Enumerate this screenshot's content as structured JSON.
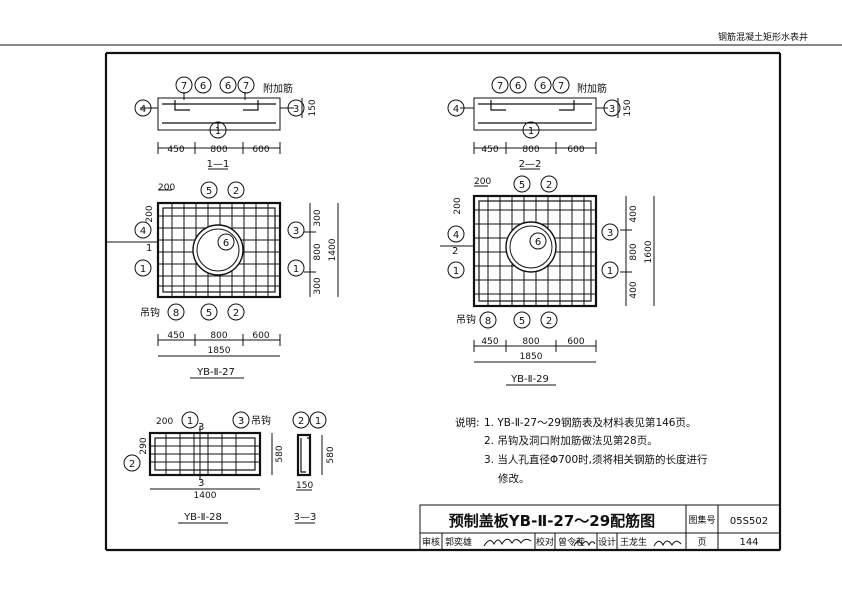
{
  "header": {
    "series_title": "钢筋混凝土矩形水表井"
  },
  "bubbles": {
    "n1": "1",
    "n2": "2",
    "n3": "3",
    "n4": "4",
    "n5": "5",
    "n6": "6",
    "n7": "7",
    "n8": "8"
  },
  "labels": {
    "extra_bars": "附加筋",
    "lifting_hook": "吊钩",
    "sec_1": "1—1",
    "sec_2": "2—2",
    "sec_3": "3—3",
    "cut_1": "1",
    "cut_2": "2",
    "cut_3": "3",
    "plan_27": "YB-Ⅱ-27",
    "plan_29": "YB-Ⅱ-29",
    "plan_28": "YB-Ⅱ-28"
  },
  "dims": {
    "d450": "450",
    "d800": "800",
    "d600": "600",
    "d150": "150",
    "d200": "200",
    "d300": "300",
    "d1400": "1400",
    "d1850": "1850",
    "d400": "400",
    "d1600": "1600",
    "d290": "290",
    "d580": "580"
  },
  "notes": {
    "heading": "说明:",
    "items": [
      "1. YB-Ⅱ-27～29钢筋表及材料表见第146页。",
      "2. 吊钩及洞口附加筋做法见第28页。",
      "3. 当人孔直径Φ700时,须将相关钢筋的长度进行",
      "修改。"
    ]
  },
  "title_block": {
    "title": "预制盖板YB-Ⅱ-27～29配筋图",
    "atlas_label": "图集号",
    "atlas_no": "05S502",
    "review_label": "审核",
    "review_name": "郭奕雄",
    "check_label": "校对",
    "check_name": "曾令茬",
    "design_label": "设计",
    "design_name": "王龙生",
    "page_label": "页",
    "page_no": "144"
  }
}
